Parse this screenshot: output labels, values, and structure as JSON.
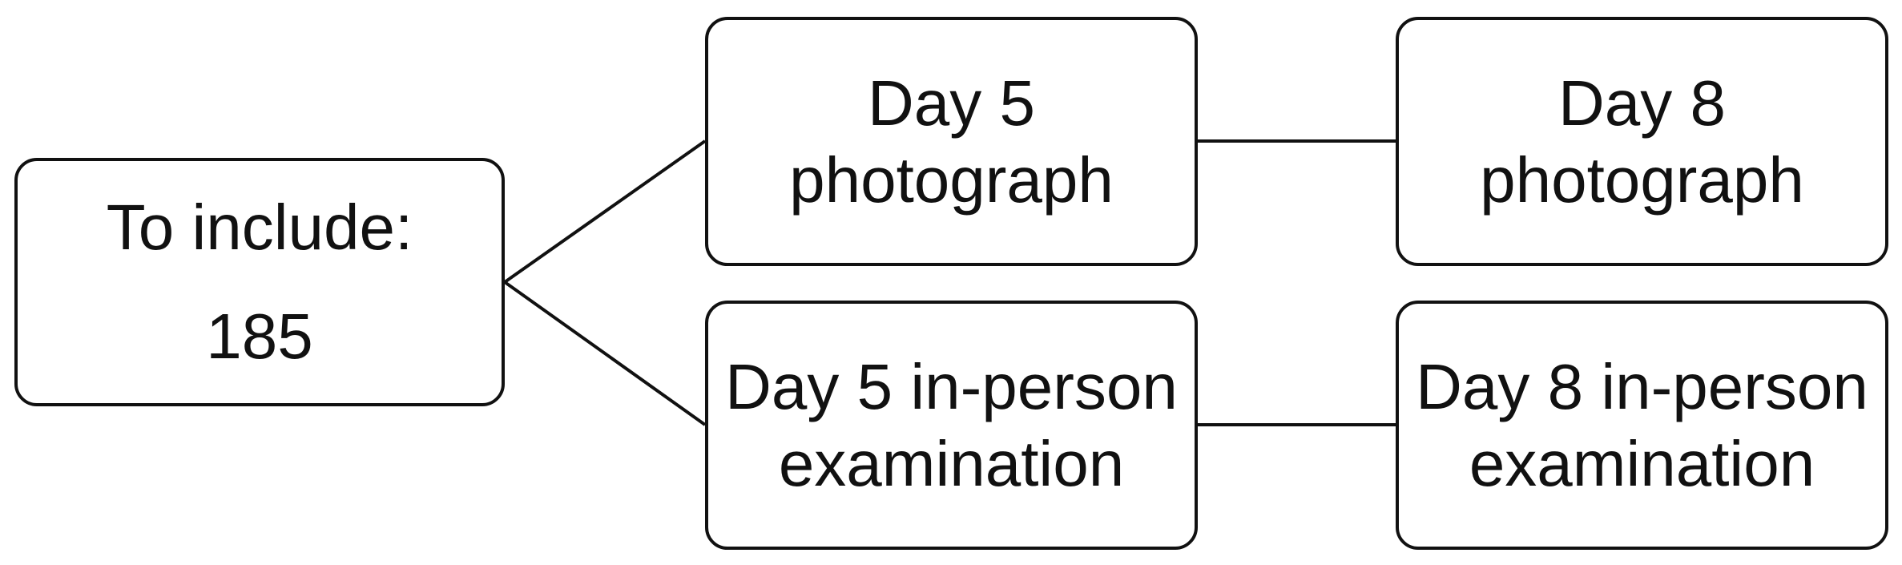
{
  "diagram": {
    "nodes": {
      "root": {
        "line1": "To include:",
        "line2": "185"
      },
      "day5_photo": {
        "line1": "Day 5",
        "line2": "photograph"
      },
      "day8_photo": {
        "line1": "Day 8",
        "line2": "photograph"
      },
      "day5_exam": {
        "line1": "Day 5 in-person",
        "line2": "examination"
      },
      "day8_exam": {
        "line1": "Day 8 in-person",
        "line2": "examination"
      }
    },
    "edges": [
      {
        "from": "root",
        "to": "day5_photo"
      },
      {
        "from": "root",
        "to": "day5_exam"
      },
      {
        "from": "day5_photo",
        "to": "day8_photo"
      },
      {
        "from": "day5_exam",
        "to": "day8_exam"
      }
    ],
    "colors": {
      "stroke": "#111111",
      "fill": "#ffffff",
      "text": "#111111"
    }
  }
}
